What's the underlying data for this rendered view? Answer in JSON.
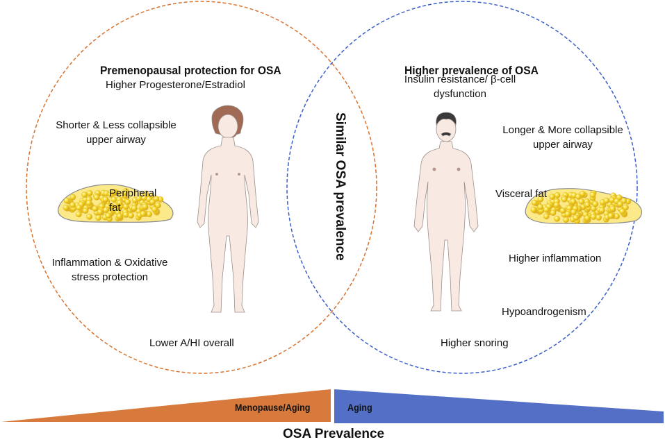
{
  "colors": {
    "left_circle": "#d8722f",
    "right_circle": "#3b5fc8",
    "orange_band": "#d77a3b",
    "blue_band": "#5470c6",
    "fat_fill": "#f3d22b",
    "skin": "#f8e9e2"
  },
  "left_circle": {
    "title": "Premenopausal protection for OSA",
    "items": [
      "Higher Progesterone/Estradiol",
      "Shorter & Less collapsible",
      "upper airway",
      "Peripheral",
      "fat",
      "Inflammation & Oxidative",
      "stress protection",
      "Lower A/HI overall"
    ],
    "figure": "female-body"
  },
  "overlap": {
    "label": "Similar OSA prevalence"
  },
  "right_circle": {
    "title": "Higher prevalence of OSA",
    "items": [
      "Insulin resistance/ β-cell",
      "dysfunction",
      "Longer & More collapsible",
      "upper airway",
      "Visceral fat",
      "Higher inflammation",
      "Hypoandrogenism",
      "Higher snoring"
    ],
    "figure": "male-body"
  },
  "bottom": {
    "left_band_label": "Menopause/Aging",
    "right_band_label": "Aging",
    "axis_title": "OSA Prevalence"
  }
}
